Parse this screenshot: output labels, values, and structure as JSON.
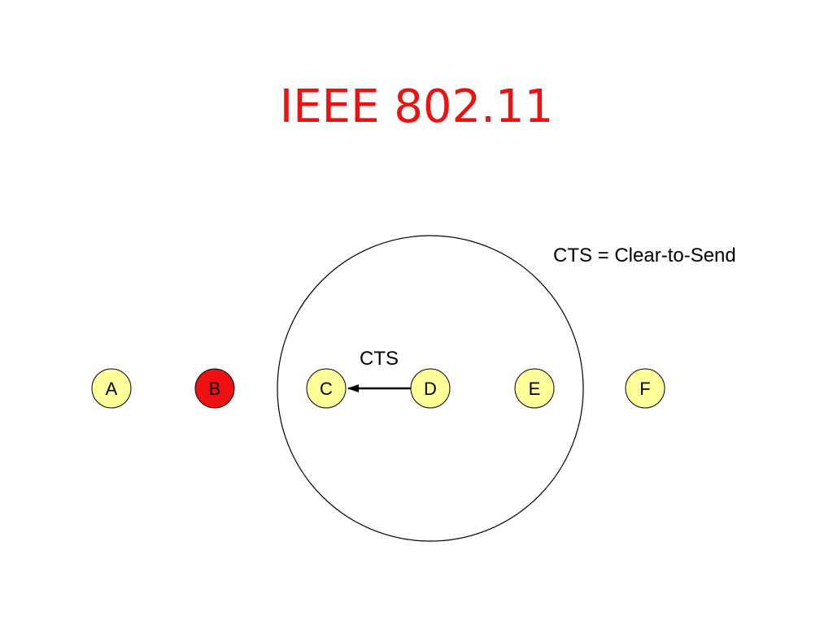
{
  "slide": {
    "title": "IEEE 802.11",
    "note": "CTS = Clear-to-Send"
  },
  "colors": {
    "title": "#ee1111",
    "node_default": "#ffff99",
    "node_highlight": "#ee1111",
    "stroke": "#000000"
  },
  "diagram": {
    "nodes": [
      {
        "id": "A",
        "label": "A",
        "state": "default"
      },
      {
        "id": "B",
        "label": "B",
        "state": "highlight"
      },
      {
        "id": "C",
        "label": "C",
        "state": "default"
      },
      {
        "id": "D",
        "label": "D",
        "state": "default"
      },
      {
        "id": "E",
        "label": "E",
        "state": "default"
      },
      {
        "id": "F",
        "label": "F",
        "state": "default"
      }
    ],
    "message": {
      "from": "D",
      "to": "C",
      "label": "CTS"
    },
    "range_center": "D"
  }
}
